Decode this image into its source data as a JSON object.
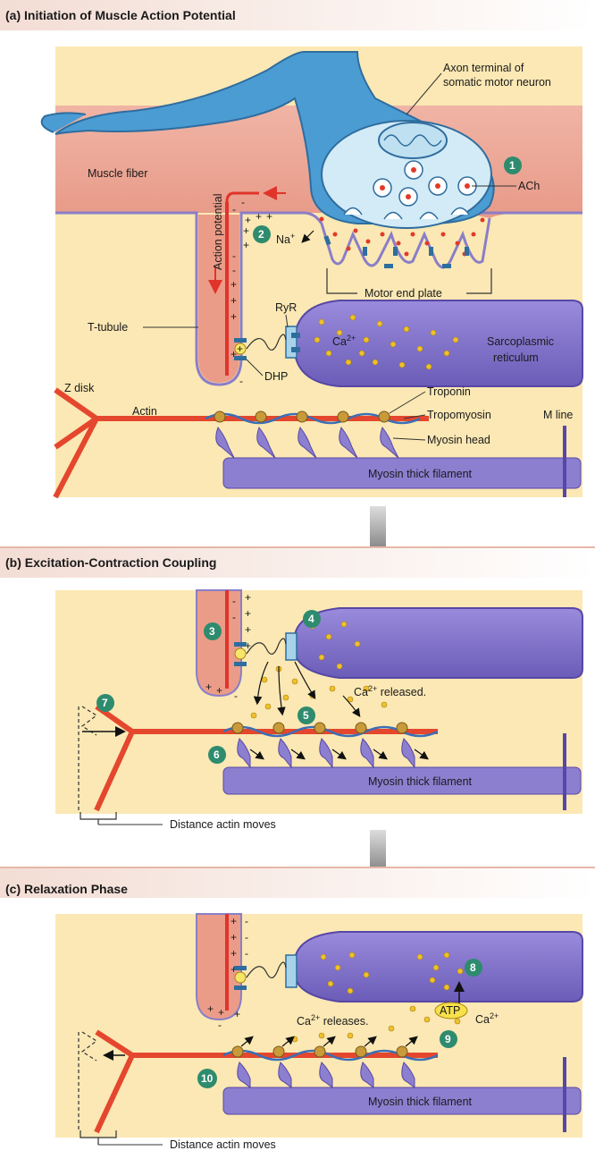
{
  "panel_a": {
    "title": "(a) Initiation of Muscle Action Potential",
    "axon_label_1": "Axon terminal of",
    "axon_label_2": "somatic motor neuron",
    "muscle_fiber": "Muscle fiber",
    "ach": "ACh",
    "action_potential": "Action potential",
    "na": "Na",
    "na_sup": "+",
    "motor_end_plate": "Motor end plate",
    "ryr": "RyR",
    "ca": "Ca",
    "ca_sup": "2+",
    "t_tubule": "T-tubule",
    "sr_1": "Sarcoplasmic",
    "sr_2": "reticulum",
    "dhp": "DHP",
    "z_disk": "Z disk",
    "actin": "Actin",
    "troponin": "Troponin",
    "tropomyosin": "Tropomyosin",
    "m_line": "M line",
    "myosin_head": "Myosin head",
    "myosin_thick": "Myosin thick filament",
    "step1": "1",
    "step2": "2"
  },
  "panel_b": {
    "title": "(b) Excitation-Contraction Coupling",
    "ca": "Ca",
    "ca_sup": "2+",
    "released": "released.",
    "myosin_thick": "Myosin thick filament",
    "distance": "Distance actin moves",
    "step3": "3",
    "step4": "4",
    "step5": "5",
    "step6": "6",
    "step7": "7"
  },
  "panel_c": {
    "title": "(c) Relaxation Phase",
    "ca": "Ca",
    "ca_sup": "2+",
    "releases": "releases.",
    "atp": "ATP",
    "ca_right": "Ca",
    "ca_right_sup": "2+",
    "myosin_thick": "Myosin thick filament",
    "distance": "Distance actin moves",
    "step8": "8",
    "step9": "9",
    "step10": "10"
  },
  "colors": {
    "header_bg": "#f6e8e2",
    "cytoplasm": "#fbe8b4",
    "membrane_pink": "#eaa493",
    "actin": "#e4472e",
    "myosin": "#8c7fd0",
    "sr": "#7b6cc2",
    "axon": "#4b9cd3",
    "step_badge": "#2e8b6e",
    "calcium": "#f0c02c",
    "ach": "#e23a2a"
  }
}
